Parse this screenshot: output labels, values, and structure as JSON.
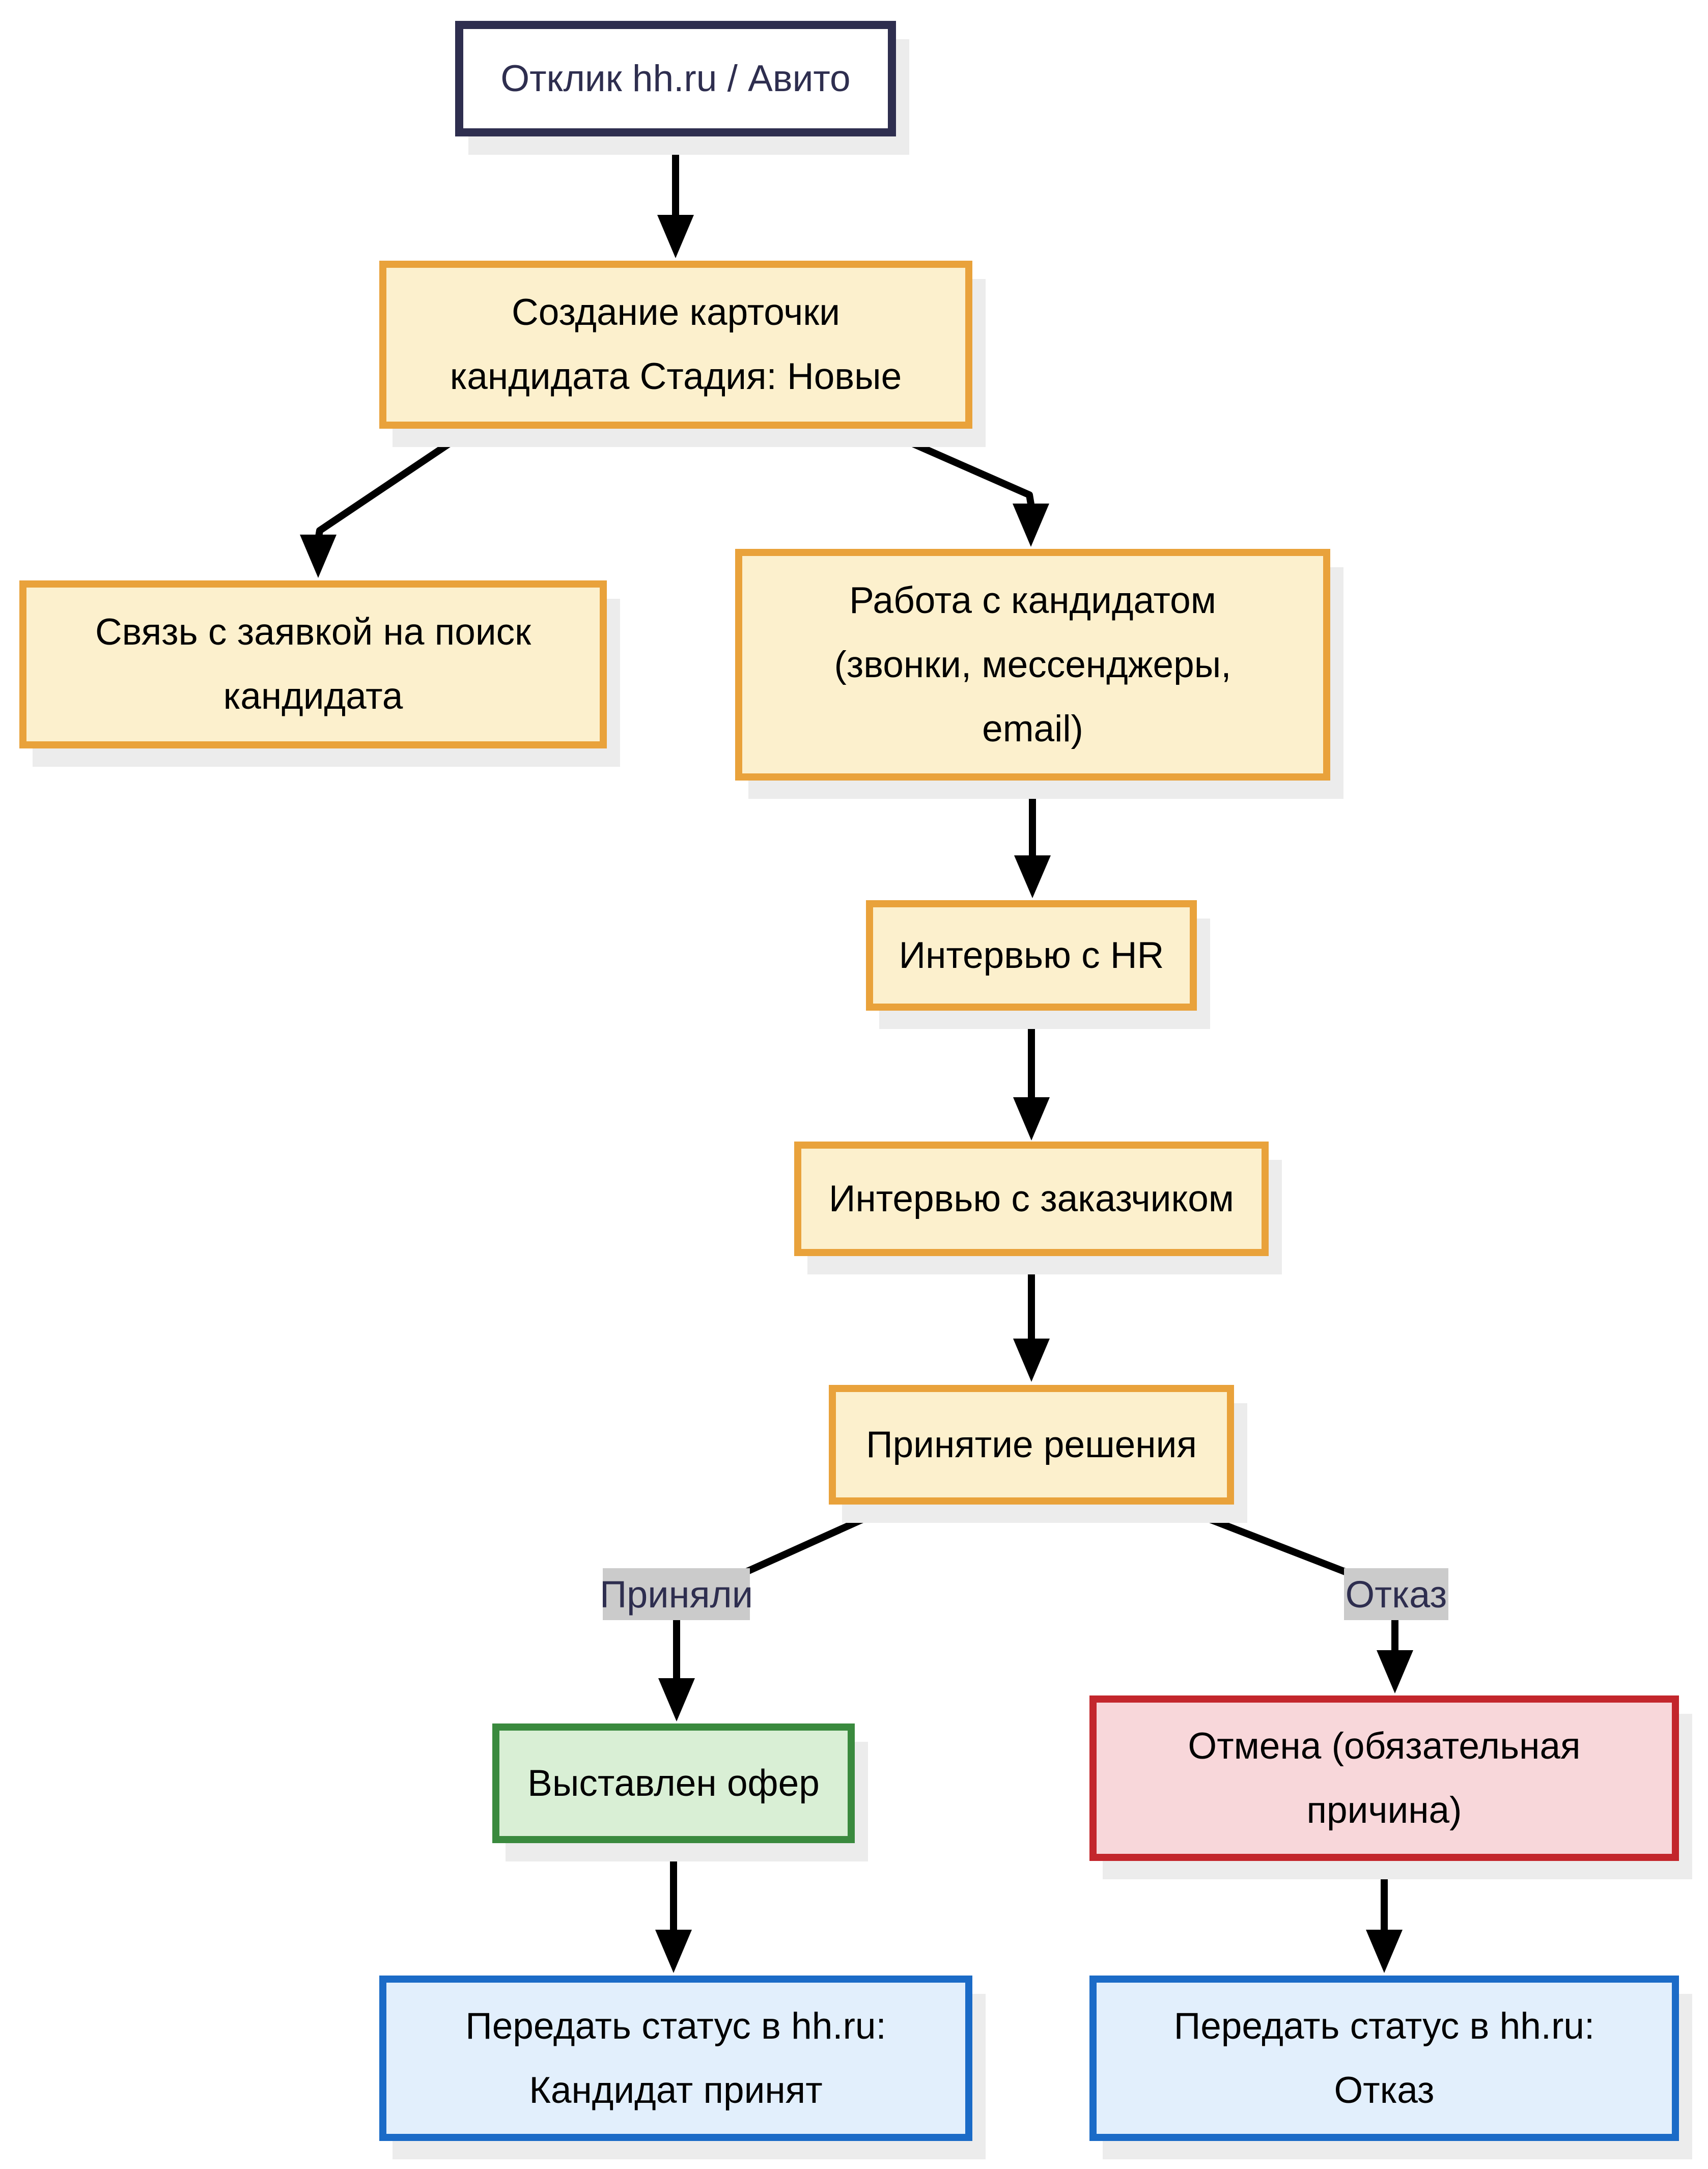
{
  "flowchart": {
    "nodes": {
      "response": {
        "lines": [
          "Отклик hh.ru / Авито"
        ]
      },
      "create_card": {
        "lines": [
          "Создание карточки",
          "кандидата Стадия: Новые"
        ]
      },
      "link_request": {
        "lines": [
          "Связь с заявкой на поиск",
          "кандидата"
        ]
      },
      "work_candidate": {
        "lines": [
          "Работа с кандидатом",
          "(звонки, мессенджеры,",
          "email)"
        ]
      },
      "interview_hr": {
        "lines": [
          "Интервью с HR"
        ]
      },
      "interview_customer": {
        "lines": [
          "Интервью с заказчиком"
        ]
      },
      "decision": {
        "lines": [
          "Принятие решения"
        ]
      },
      "offer": {
        "lines": [
          "Выставлен офер"
        ]
      },
      "cancel": {
        "lines": [
          "Отмена (обязательная",
          "причина)"
        ]
      },
      "status_accepted": {
        "lines": [
          "Передать статус в hh.ru:",
          "Кандидат принят"
        ]
      },
      "status_rejected": {
        "lines": [
          "Передать статус в hh.ru:",
          "Отказ"
        ]
      }
    },
    "edge_labels": {
      "accepted": "Приняли",
      "rejected": "Отказ"
    },
    "colors": {
      "background": "#ffffff",
      "start_border": "#2e2e4f",
      "start_text": "#2e2e4f",
      "process_fill": "#fcf0cd",
      "process_border": "#e9a23b",
      "success_fill": "#d9efd5",
      "success_border": "#3a8a3e",
      "danger_fill": "#f8d7da",
      "danger_border": "#c3262c",
      "info_fill": "#e2effc",
      "info_border": "#1b6bc7",
      "edge_label_bg": "#cbcbcb",
      "edge_stroke": "#000000",
      "shadow": "#ececec"
    }
  }
}
